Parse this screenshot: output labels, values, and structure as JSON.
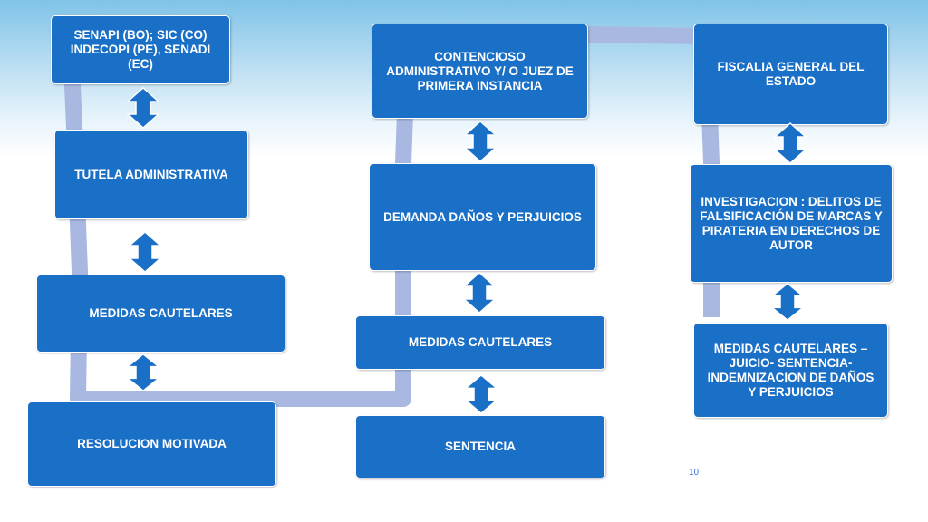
{
  "slide": {
    "page_number": "10"
  },
  "colors": {
    "box_fill": "#1a6fc6",
    "connector": "#a9b8e0",
    "arrow_fill": "#1a6fc6"
  },
  "icons": {
    "arrow": "double-headed-vertical-arrow"
  },
  "columns": [
    {
      "id": "administrative",
      "boxes": [
        "SENAPI (BO);  SIC (CO) INDECOPI (PE), SENADI (EC)",
        "TUTELA ADMINISTRATIVA",
        "MEDIDAS CAUTELARES",
        "RESOLUCION MOTIVADA"
      ]
    },
    {
      "id": "civil",
      "boxes": [
        "CONTENCIOSO ADMINISTRATIVO Y/ O JUEZ DE PRIMERA INSTANCIA",
        "DEMANDA DAÑOS Y PERJUICIOS",
        "MEDIDAS CAUTELARES",
        "SENTENCIA"
      ]
    },
    {
      "id": "criminal",
      "boxes": [
        "FISCALIA GENERAL DEL ESTADO",
        "INVESTIGACION : DELITOS DE FALSIFICACIÓN  DE MARCAS Y PIRATERIA EN DERECHOS DE AUTOR",
        "MEDIDAS CAUTELARES – JUICIO- SENTENCIA- INDEMNIZACION DE DAÑOS Y PERJUICIOS"
      ]
    }
  ]
}
